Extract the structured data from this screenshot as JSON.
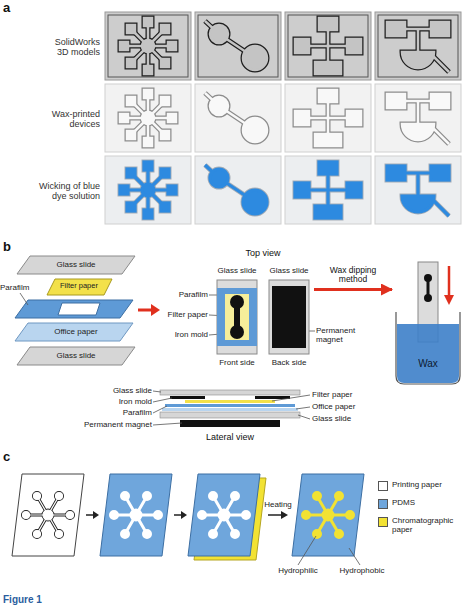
{
  "diagram": {
    "caption": "Figure 1",
    "nodes": [
      {
        "text": [
          "Glass slide",
          "Front side"
        ]
      },
      {
        "text": [
          "Glass slide",
          "Back side"
        ]
      },
      {
        "text": [
          "Wax"
        ]
      }
    ],
    "edges": [
      {
        "from": 1,
        "to": 2,
        "arrow": "to",
        "label": "Wax dipping method"
      }
    ],
    "labels": [
      "a",
      "SolidWorks 3D models",
      "Wax-printed devices",
      "Wicking of blue dye solution",
      "b",
      "Glass slide",
      "Parafilm",
      "Filter paper",
      "Office paper",
      "Glass slide",
      "Top view",
      "Parafilm",
      "Filter paper",
      "Iron mold",
      "Permanent magnet",
      "Glass slide",
      "Iron mold",
      "Parafilm",
      "Permanent magnet",
      "Filter paper",
      "Office paper",
      "Glass slide",
      "Lateral view",
      "c",
      "Heating",
      "Hydrophilic",
      "Hydrophobic"
    ],
    "legend": [
      {
        "text": "Printing paper",
        "color": "#ffffff"
      },
      {
        "text": "PDMS",
        "color": "#6fa6dc"
      },
      {
        "text": "Chromatographic paper",
        "color": "#f2e233"
      }
    ]
  }
}
